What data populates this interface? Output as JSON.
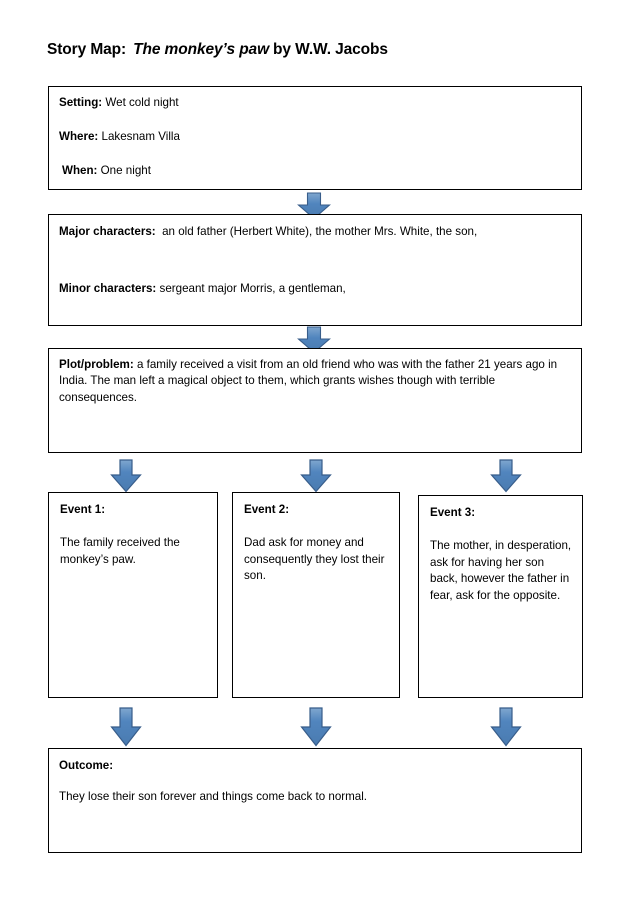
{
  "document": {
    "type": "story-map-worksheet",
    "title": {
      "label": "Story Map:",
      "work": "The monkey’s paw",
      "author": "by W.W. Jacobs"
    }
  },
  "theme": {
    "arrow_fill": "#4F81BD",
    "arrow_fill_light": "#7BA3D0",
    "arrow_border": "#385D8A",
    "box_border": "#000000",
    "page_background": "#FFFFFF",
    "text_color": "#000000"
  },
  "sections": {
    "setting": {
      "rows": [
        {
          "label": "Setting:",
          "value": "Wet cold night"
        },
        {
          "label": "Where:",
          "value": "Lakesnam Villa"
        },
        {
          "label": "When:",
          "value": "One night"
        }
      ]
    },
    "characters": {
      "major": {
        "label": "Major characters:",
        "value": "an old father (Herbert White), the mother Mrs. White, the son,"
      },
      "minor": {
        "label": "Minor characters:",
        "value": "sergeant major Morris, a gentleman,"
      }
    },
    "plot": {
      "label": "Plot/problem:",
      "value": "a family received a visit from an old friend who was with the father 21 years ago in India.  The man left a magical object to them, which grants wishes though with terrible consequences."
    },
    "events": [
      {
        "head": "Event 1:",
        "body": "The family received the monkey’s paw."
      },
      {
        "head": "Event 2:",
        "body": "Dad ask for money and consequently they lost their son."
      },
      {
        "head": "Event 3:",
        "body": "The mother, in desperation, ask for having her son back, however the father in fear, ask for the opposite."
      }
    ],
    "outcome": {
      "head": "Outcome:",
      "body": "They lose their son forever and things come back to normal."
    }
  },
  "connectors": [
    {
      "name": "arrow-setting-to-characters",
      "icon": "down-block-arrow"
    },
    {
      "name": "arrow-characters-to-plot",
      "icon": "down-block-arrow"
    },
    {
      "name": "arrow-plot-to-event-1",
      "icon": "down-block-arrow"
    },
    {
      "name": "arrow-plot-to-event-2",
      "icon": "down-block-arrow"
    },
    {
      "name": "arrow-plot-to-event-3",
      "icon": "down-block-arrow"
    },
    {
      "name": "arrow-event-1-to-outcome",
      "icon": "down-block-arrow"
    },
    {
      "name": "arrow-event-2-to-outcome",
      "icon": "down-block-arrow"
    },
    {
      "name": "arrow-event-3-to-outcome",
      "icon": "down-block-arrow"
    }
  ]
}
